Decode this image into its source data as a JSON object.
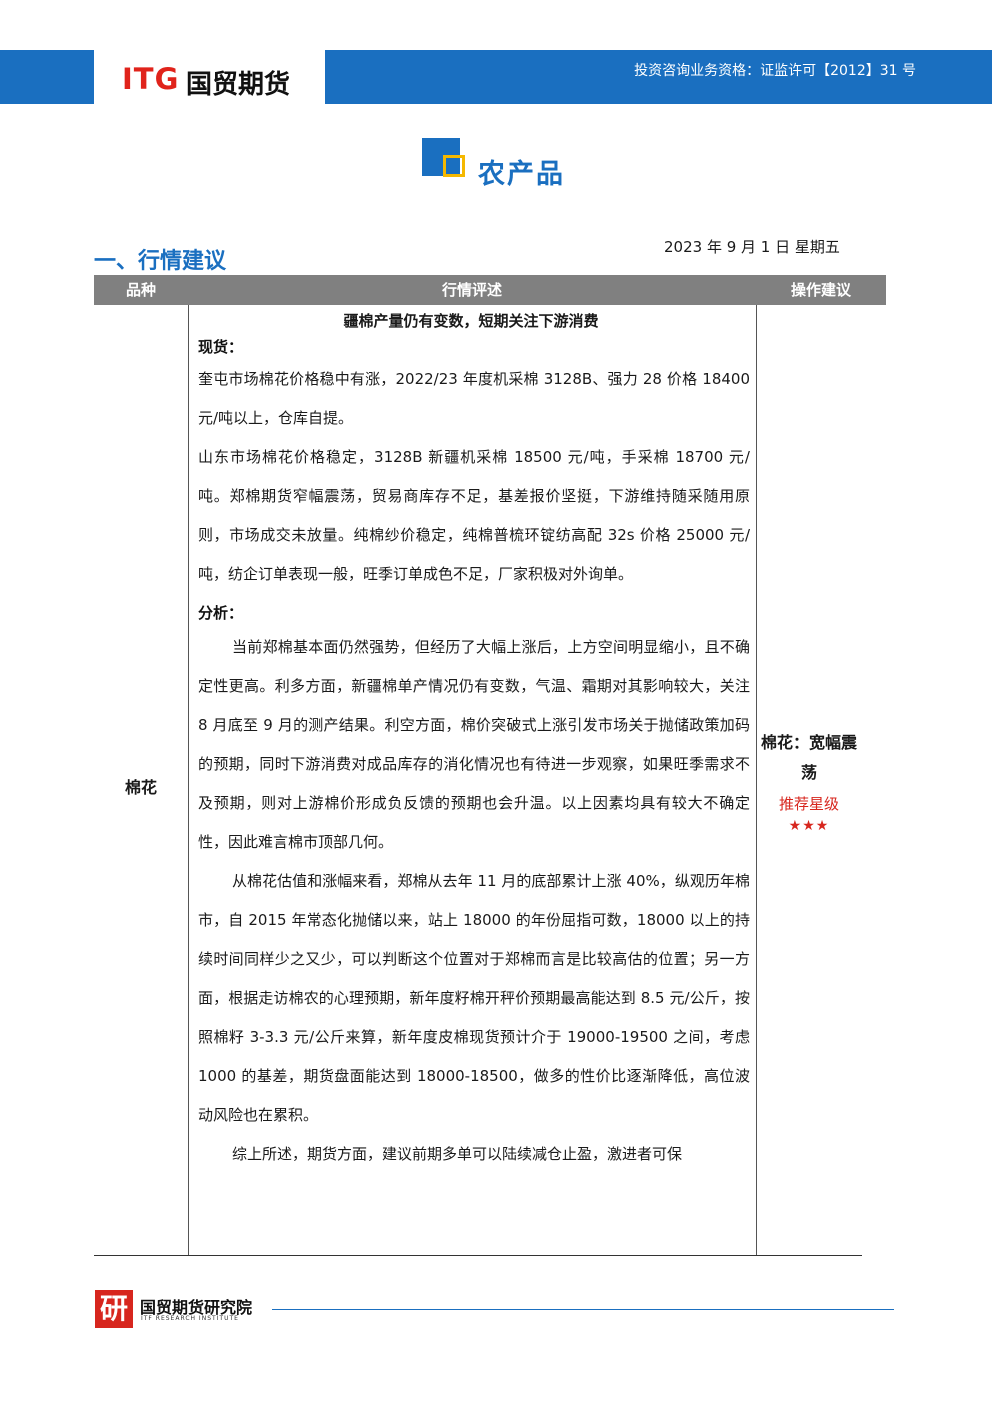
{
  "header": {
    "logo_itg": "ITG",
    "logo_name": "国贸期货",
    "license": "投资咨询业务资格：证监许可【2012】31 号"
  },
  "section": {
    "title": "农产品"
  },
  "heading": "一、行情建议",
  "date": "2023 年 9 月 1 日  星期五",
  "table": {
    "headers": [
      "品种",
      "行情评述",
      "操作建议"
    ],
    "variety": "棉花",
    "title": "疆棉产量仍有变数，短期关注下游消费",
    "spot_label": "现货：",
    "spot_paragraphs": [
      "奎屯市场棉花价格稳中有涨，2022/23 年度机采棉 3128B、强力 28 价格 18400 元/吨以上，仓库自提。",
      "山东市场棉花价格稳定，3128B 新疆机采棉 18500 元/吨，手采棉 18700 元/吨。郑棉期货窄幅震荡，贸易商库存不足，基差报价坚挺，下游维持随采随用原则，市场成交未放量。纯棉纱价稳定，纯棉普梳环锭纺高配 32s 价格 25000 元/吨，纺企订单表现一般，旺季订单成色不足，厂家积极对外询单。"
    ],
    "analysis_label": "分析：",
    "analysis_paragraphs": [
      "当前郑棉基本面仍然强势，但经历了大幅上涨后，上方空间明显缩小，且不确定性更高。利多方面，新疆棉单产情况仍有变数，气温、霜期对其影响较大，关注 8 月底至 9 月的测产结果。利空方面，棉价突破式上涨引发市场关于抛储政策加码的预期，同时下游消费对成品库存的消化情况也有待进一步观察，如果旺季需求不及预期，则对上游棉价形成负反馈的预期也会升温。以上因素均具有较大不确定性，因此难言棉市顶部几何。",
      "从棉花估值和涨幅来看，郑棉从去年 11 月的底部累计上涨 40%，纵观历年棉市，自 2015 年常态化抛储以来，站上 18000 的年份屈指可数，18000 以上的持续时间同样少之又少，可以判断这个位置对于郑棉而言是比较高估的位置；另一方面，根据走访棉农的心理预期，新年度籽棉开秤价预期最高能达到 8.5 元/公斤，按照棉籽 3-3.3 元/公斤来算，新年度皮棉现货预计介于 19000-19500 之间，考虑 1000 的基差，期货盘面能达到 18000-18500，做多的性价比逐渐降低，高位波动风险也在累积。",
      "综上所述，期货方面，建议前期多单可以陆续减仓止盈，激进者可保"
    ],
    "operation": {
      "main": "棉花：宽幅震荡",
      "rating_label": "推荐星级",
      "rating_stars": "★★★",
      "rating_value": 3
    }
  },
  "footer": {
    "seal_char": "研",
    "institute": "国贸期货研究院",
    "institute_en": "ITF RESEARCH INSTITUTE"
  },
  "colors": {
    "brand_blue": "#1a6fc0",
    "brand_red": "#e0231b",
    "accent_yellow": "#f5b800",
    "header_gray": "#808080"
  }
}
